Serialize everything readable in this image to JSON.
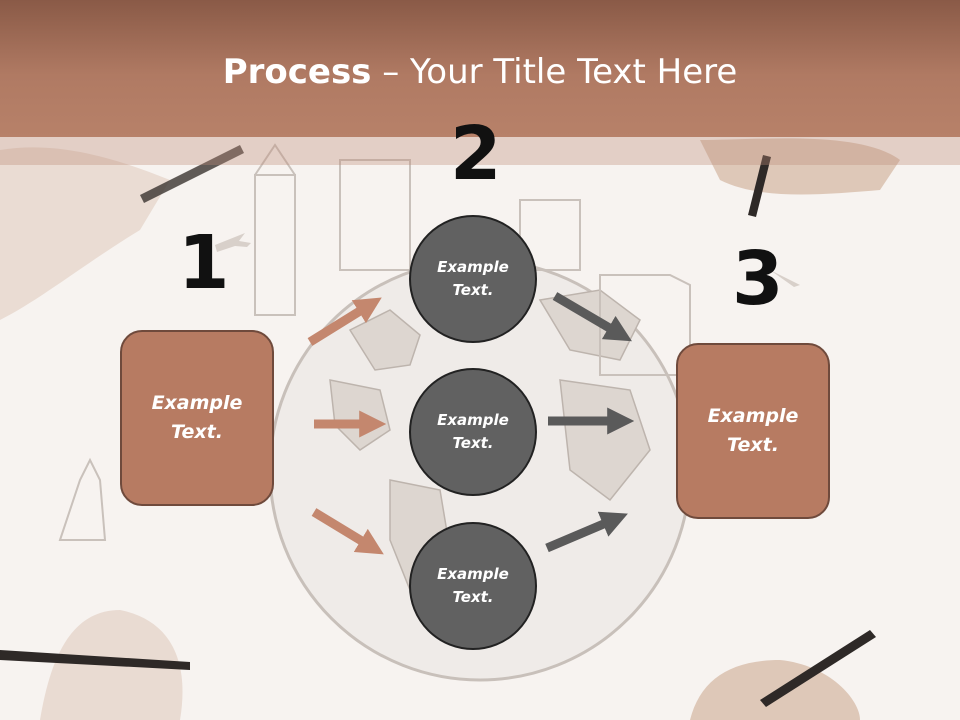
{
  "slide": {
    "title_bold": "Process",
    "title_rest": " – Your Title Text Here",
    "steps": [
      {
        "number": "1",
        "box_text_line1": "Example",
        "box_text_line2": "Text."
      },
      {
        "number": "2"
      },
      {
        "number": "3",
        "box_text_line1": "Example",
        "box_text_line2": "Text."
      }
    ],
    "circles": [
      {
        "line1": "Example",
        "line2": "Text."
      },
      {
        "line1": "Example",
        "line2": "Text."
      },
      {
        "line1": "Example",
        "line2": "Text."
      }
    ]
  },
  "colors": {
    "title_bar": "#b07a63",
    "box_fill": "#b77b62",
    "circle_fill": "#616161",
    "arrow_left": "#c4876e",
    "arrow_right": "#5a5a5a"
  }
}
